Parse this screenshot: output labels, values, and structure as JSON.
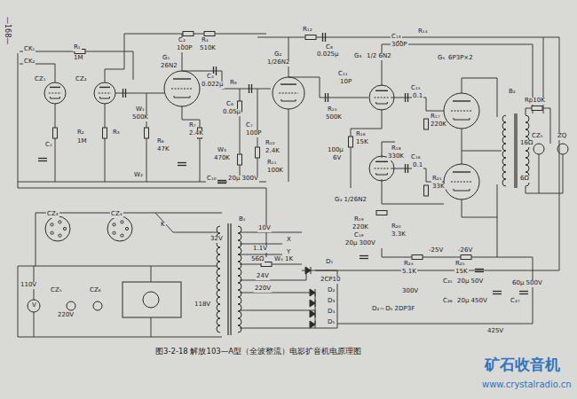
{
  "diagram": {
    "caption": "图3-2-18  解放103—A型（全波整流）电影扩音机电原理图",
    "labels": [
      "—168—",
      "CK₁",
      "CK₂",
      "R₁",
      "1M",
      "CZ₁",
      "CZ₂",
      "C₁",
      "R₂",
      "1M",
      "R₃",
      "C₂",
      "100P",
      "R₄",
      "510K",
      "G₁",
      "26N2",
      "C₄",
      "0.022μ",
      "W₁",
      "500K",
      "R₇",
      "2.4K",
      "R₆",
      "47K",
      "W₃",
      "470K",
      "R₉",
      "C₆",
      "0.05μ",
      "C₇",
      "100P",
      "R₁₀",
      "2.4K",
      "R₁₁",
      "100K",
      "G₂",
      "1/26N2",
      "R₁₂",
      "C₈",
      "0.025μ",
      "G₃",
      "1/2 6N2",
      "C₁₁",
      "10P",
      "R₁₅",
      "500K",
      "R₁₆",
      "15K",
      "100μ",
      "6V",
      "C₁₅",
      "0.1",
      "R₁₇",
      "220K",
      "R₁₈",
      "330K",
      "G₄ 1/26N2",
      "R₁₉",
      "220K",
      "C₁₉",
      "20μ 300V",
      "R₂₀",
      "3.3K",
      "C₁₆",
      "0.1",
      "R₂₁",
      "33K",
      "G₅",
      "6P3P×2",
      "R₁₄",
      "C₁₃",
      "300P",
      "B₂",
      "Rp10K",
      "CZ₅",
      "ZQ",
      "16Ω",
      "6Ω",
      "-25V",
      "-26V",
      "W₂",
      "C₁₀",
      "20μ 300V",
      "CZ₃",
      "CZ₄",
      "K",
      "B₁",
      "10V",
      "X",
      "Y",
      "1.1V",
      "56Ω",
      "W₄ 1K",
      "24V",
      "D₁",
      "2CP10",
      "220V",
      "D₂",
      "D₃",
      "D₄",
      "D₅",
      "118V",
      "32V",
      "110V",
      "V",
      "CZ₅",
      "CZ₆",
      "220V",
      "R₂₄",
      "5.1K",
      "R₂₅",
      "15K",
      "300V",
      "C₂₅",
      "20μ 50V",
      "C₂₆",
      "20μ 450V",
      "60μ 500V",
      "C₂₇",
      "425V",
      "D₂～D₅  2DP3F",
      "矿石收音机",
      "www.crystalradio.cn"
    ]
  }
}
